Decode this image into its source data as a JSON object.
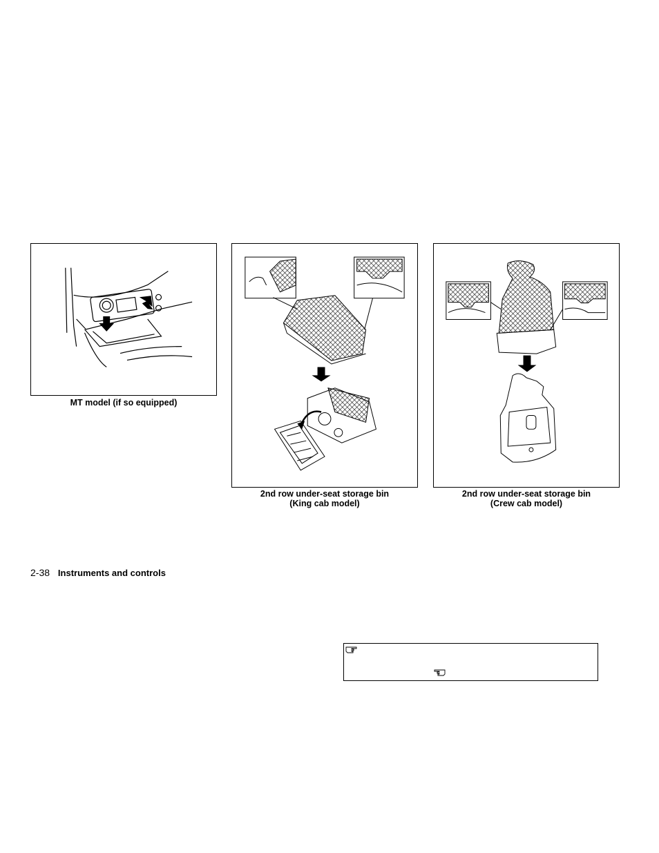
{
  "figures": [
    {
      "caption": "MT model (if so equipped)"
    },
    {
      "caption_line1": "2nd row under-seat storage bin",
      "caption_line2": "(King cab model)"
    },
    {
      "caption_line1": "2nd row under-seat storage bin",
      "caption_line2": "(Crew cab model)"
    }
  ],
  "footer": {
    "page_number": "2-38",
    "section_title": "Instruments and controls"
  },
  "note_box": {
    "icons": [
      "pointing-hand-right-icon",
      "pointing-hand-left-icon"
    ]
  }
}
